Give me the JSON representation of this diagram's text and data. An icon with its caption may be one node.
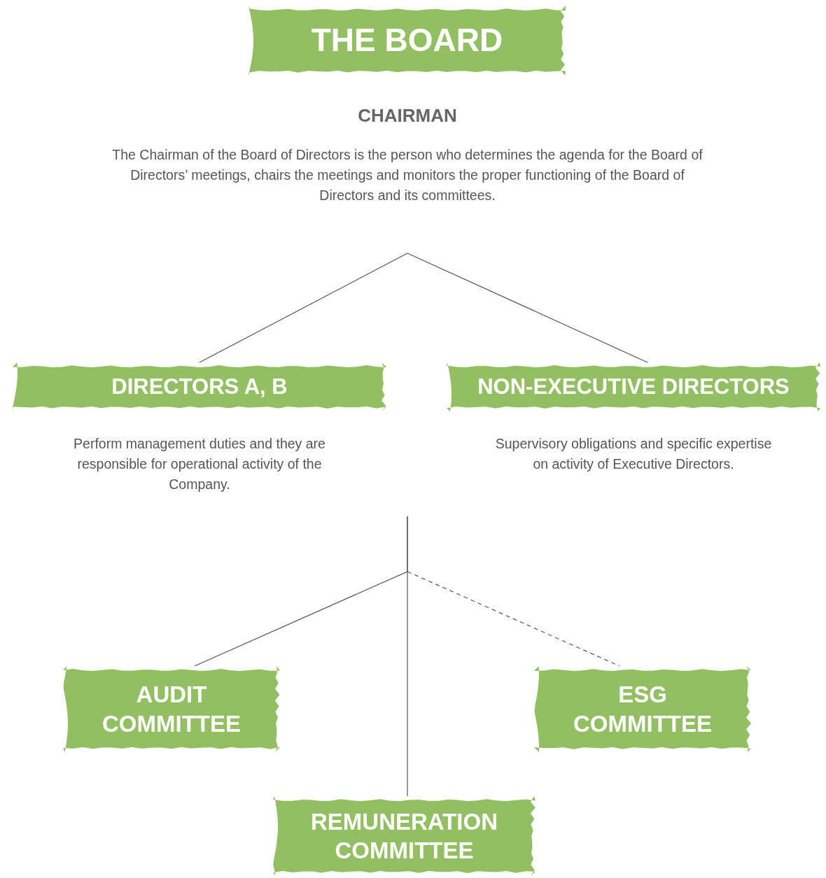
{
  "diagram": {
    "nodes": [
      {
        "text": [
          "THE BOARD"
        ]
      },
      {
        "text": [
          "CHAIRMAN",
          "The Chairman of the Board of Directors is the person who determines the agenda for the Board of Directors’ meetings, chairs the meetings and monitors the proper functioning of the Board of Directors and its committees."
        ]
      },
      {
        "text": [
          "DIRECTORS A, B"
        ],
        "beside": [
          "Perform management duties and they are responsible for operational activity of the Company."
        ]
      },
      {
        "text": [
          "NON-EXECUTIVE DIRECTORS"
        ],
        "beside": [
          "Supervisory obligations and specific expertise on activity of Executive Directors."
        ]
      },
      {
        "text": [
          "AUDIT COMMITTEE"
        ]
      },
      {
        "text": [
          "ESG COMMITTEE"
        ]
      },
      {
        "text": [
          "REMUNERATION COMMITTEE"
        ]
      }
    ],
    "edges": [
      {
        "from": 1,
        "to": 2,
        "arrow": "none"
      },
      {
        "from": 1,
        "to": 3,
        "arrow": "none"
      },
      {
        "from": null,
        "to": 4,
        "arrow": "none"
      },
      {
        "from": null,
        "to": 6,
        "arrow": "none"
      },
      {
        "from": null,
        "to": 5,
        "arrow": "none",
        "style": "dashed"
      }
    ]
  }
}
